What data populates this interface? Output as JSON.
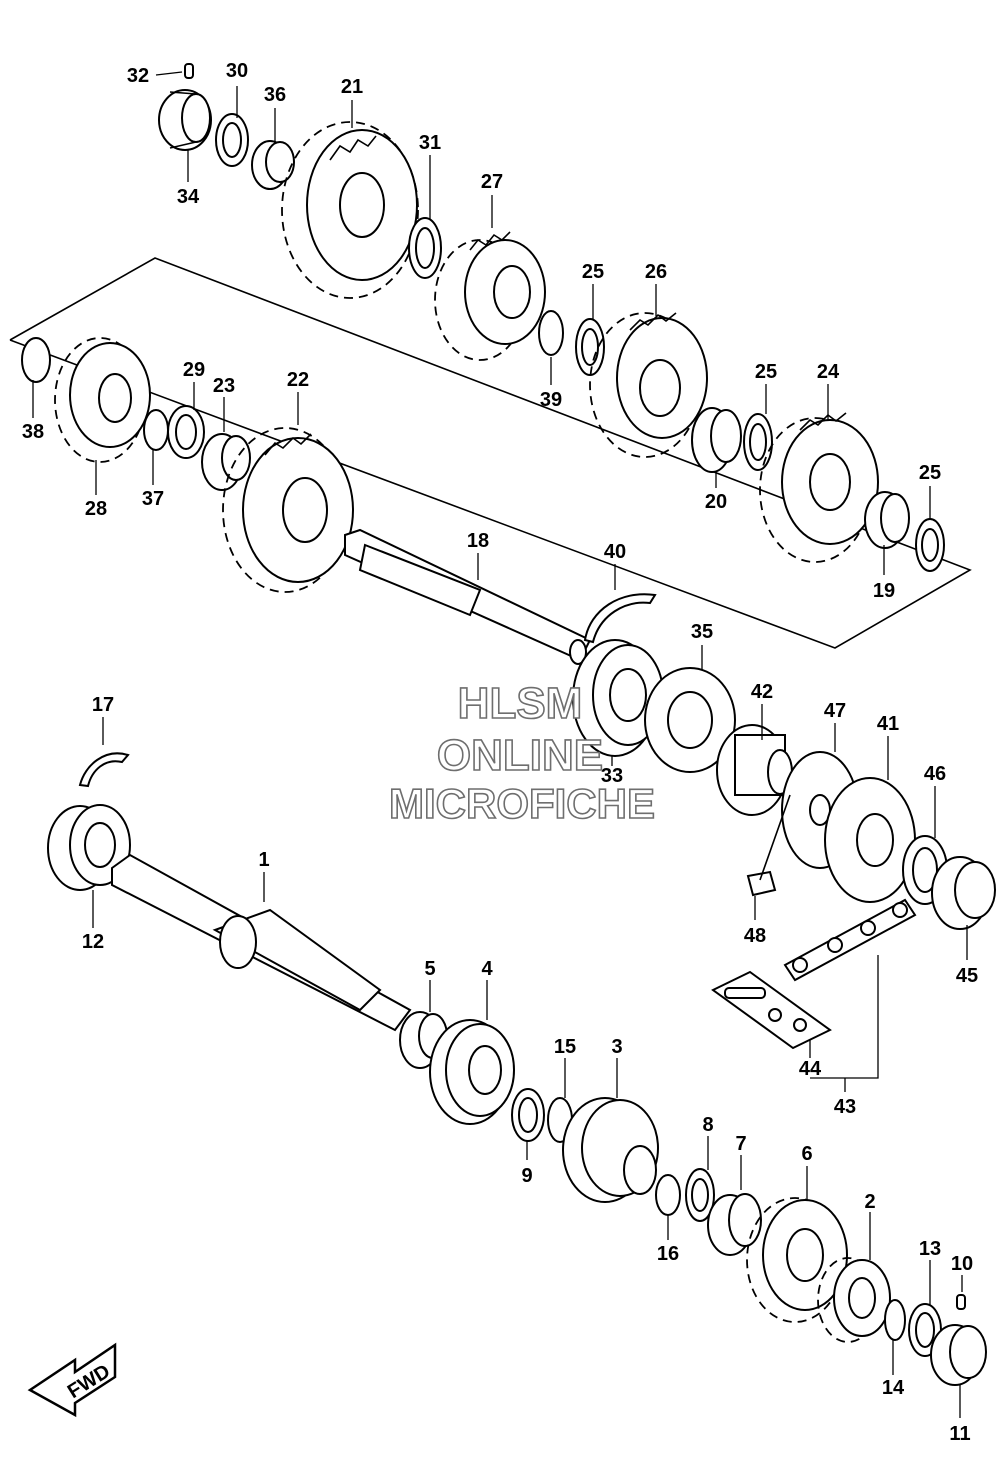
{
  "watermark": {
    "line1": "HLSM",
    "line2": "ONLINE",
    "line3": "MICROFICHE"
  },
  "fwd_label": "FWD",
  "parts": [
    {
      "id": "32",
      "label": "32"
    },
    {
      "id": "30",
      "label": "30"
    },
    {
      "id": "36",
      "label": "36"
    },
    {
      "id": "21",
      "label": "21"
    },
    {
      "id": "31",
      "label": "31"
    },
    {
      "id": "34",
      "label": "34"
    },
    {
      "id": "27",
      "label": "27"
    },
    {
      "id": "25a",
      "label": "25"
    },
    {
      "id": "26",
      "label": "26"
    },
    {
      "id": "39",
      "label": "39"
    },
    {
      "id": "25b",
      "label": "25"
    },
    {
      "id": "24",
      "label": "24"
    },
    {
      "id": "29",
      "label": "29"
    },
    {
      "id": "23",
      "label": "23"
    },
    {
      "id": "22",
      "label": "22"
    },
    {
      "id": "38",
      "label": "38"
    },
    {
      "id": "28",
      "label": "28"
    },
    {
      "id": "37",
      "label": "37"
    },
    {
      "id": "20",
      "label": "20"
    },
    {
      "id": "25c",
      "label": "25"
    },
    {
      "id": "19",
      "label": "19"
    },
    {
      "id": "18",
      "label": "18"
    },
    {
      "id": "40",
      "label": "40"
    },
    {
      "id": "35",
      "label": "35"
    },
    {
      "id": "42",
      "label": "42"
    },
    {
      "id": "47",
      "label": "47"
    },
    {
      "id": "41",
      "label": "41"
    },
    {
      "id": "33",
      "label": "33"
    },
    {
      "id": "46",
      "label": "46"
    },
    {
      "id": "17",
      "label": "17"
    },
    {
      "id": "48",
      "label": "48"
    },
    {
      "id": "45",
      "label": "45"
    },
    {
      "id": "12",
      "label": "12"
    },
    {
      "id": "1",
      "label": "1"
    },
    {
      "id": "5",
      "label": "5"
    },
    {
      "id": "4",
      "label": "4"
    },
    {
      "id": "44",
      "label": "44"
    },
    {
      "id": "43",
      "label": "43"
    },
    {
      "id": "15",
      "label": "15"
    },
    {
      "id": "3",
      "label": "3"
    },
    {
      "id": "9",
      "label": "9"
    },
    {
      "id": "8",
      "label": "8"
    },
    {
      "id": "7",
      "label": "7"
    },
    {
      "id": "6",
      "label": "6"
    },
    {
      "id": "16",
      "label": "16"
    },
    {
      "id": "2",
      "label": "2"
    },
    {
      "id": "13",
      "label": "13"
    },
    {
      "id": "10",
      "label": "10"
    },
    {
      "id": "14",
      "label": "14"
    },
    {
      "id": "11",
      "label": "11"
    }
  ]
}
